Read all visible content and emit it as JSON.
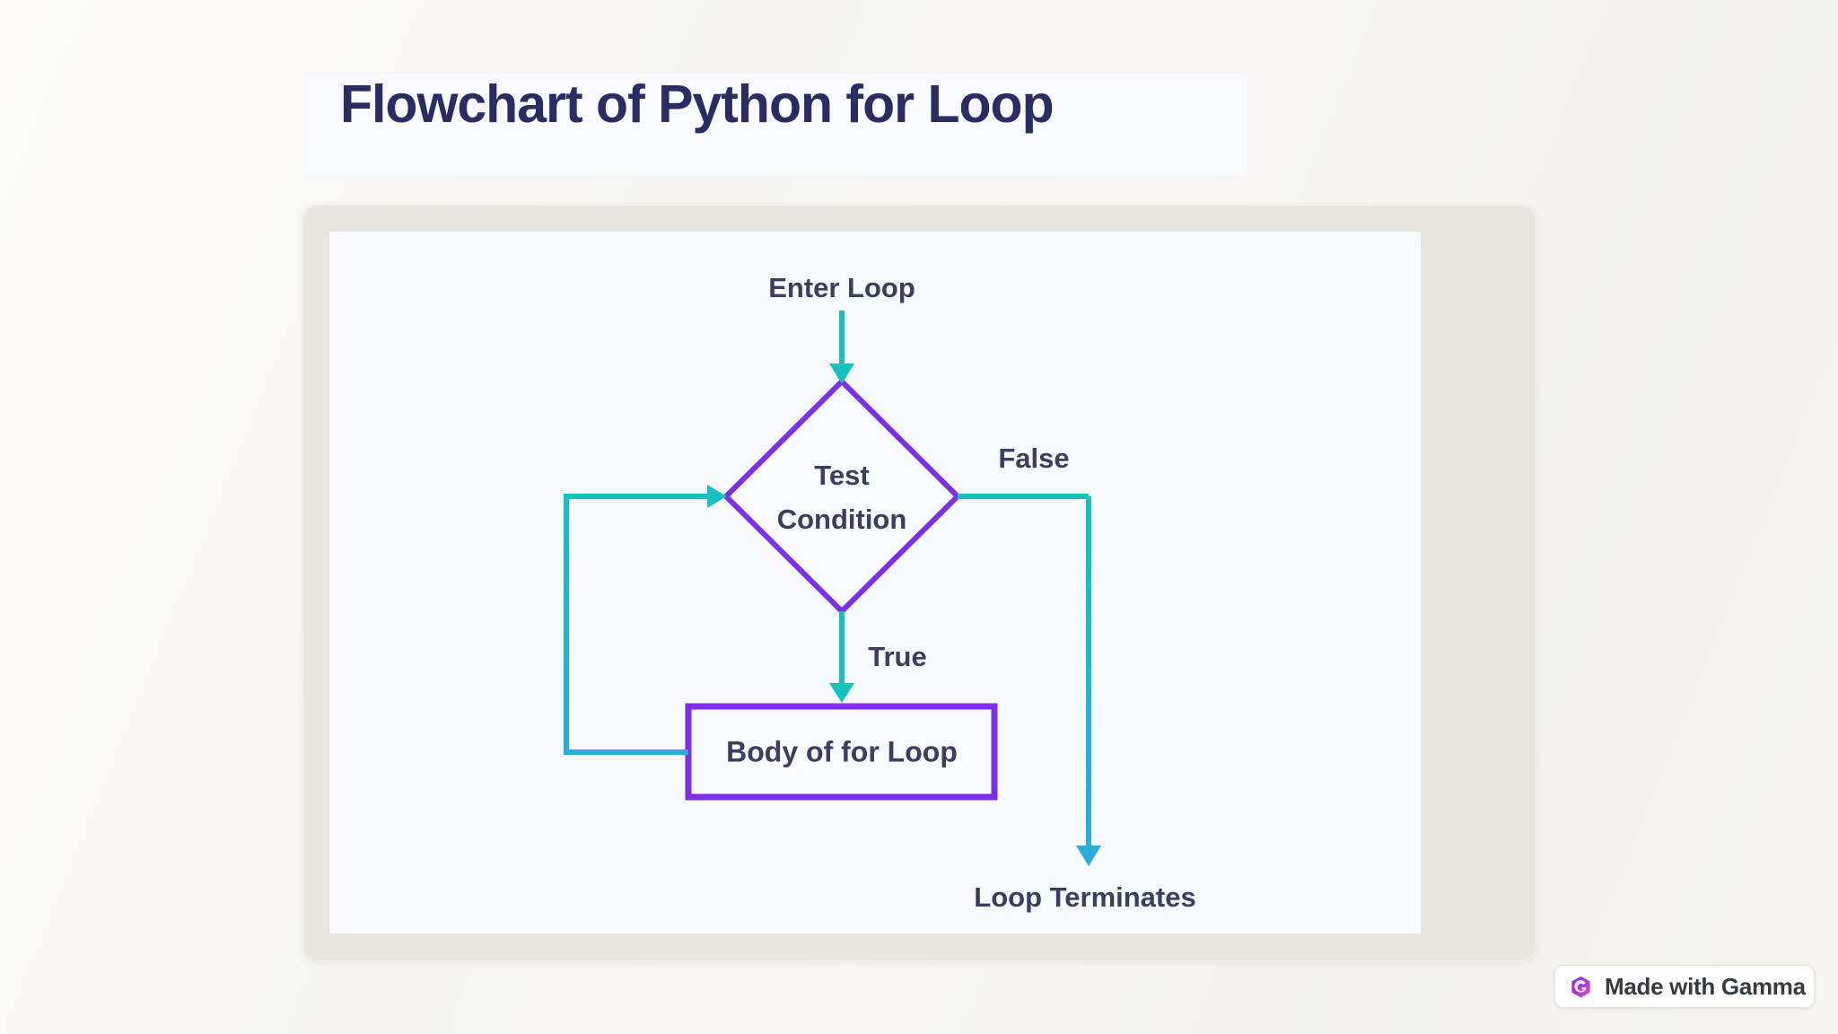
{
  "theme": {
    "page_bg": "#F6F5F2",
    "card_bg": "#E7E6E1",
    "panel_bg": "#F7FAFD",
    "banner_bg": "#F8FAFE",
    "title_color": "#2A2D63",
    "label_color": "#3B3E5E",
    "shape_border": "#7D2EE8",
    "arrow_teal": "#14C3BD",
    "arrow_cyan": "#2BACDC"
  },
  "title": {
    "text": "Flowchart of Python for Loop"
  },
  "flowchart": {
    "enter_label": "Enter Loop",
    "condition": {
      "line1": "Test",
      "line2": "Condition"
    },
    "true_label": "True",
    "false_label": "False",
    "body_label": "Body of for Loop",
    "terminate_label": "Loop Terminates"
  },
  "badge": {
    "label": "Made with Gamma",
    "icon": "gamma-logo-icon"
  }
}
